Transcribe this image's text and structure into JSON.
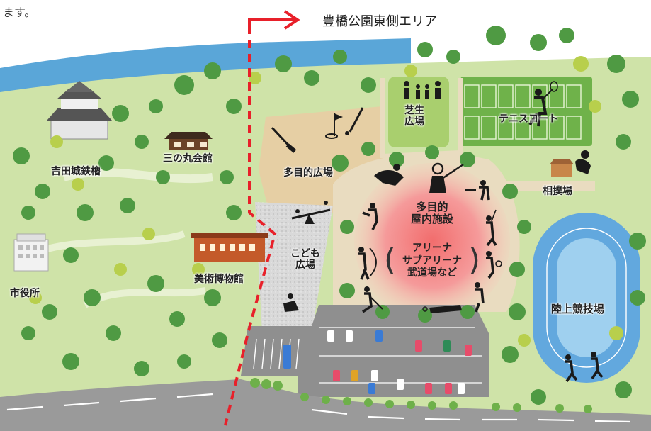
{
  "top_text": "ます。",
  "header": {
    "label": "豊橋公園東側エリア",
    "arrow_color": "#e8202a"
  },
  "labels": {
    "castle": "吉田城鉄櫓",
    "sannomaru": "三の丸会館",
    "multi_plaza": "多目的広場",
    "lawn": "芝生\n広場",
    "tennis": "テニスコート",
    "sumo": "相撲場",
    "arena_title_1": "多目的",
    "arena_title_2": "屋内施設",
    "arena_sub_1": "アリーナ",
    "arena_sub_2": "サブアリーナ",
    "arena_sub_3": "武道場など",
    "kids": "こども\n広場",
    "museum": "美術博物館",
    "city_hall": "市役所",
    "track": "陸上競技場"
  },
  "colors": {
    "river": "#5aa6d8",
    "park": "#cfe3a8",
    "plaza": "#e6cfa4",
    "arena_glow": "#f28a8a",
    "track": "#62a8de",
    "parking": "#8f8f8f",
    "boundary": "#e8202a"
  }
}
